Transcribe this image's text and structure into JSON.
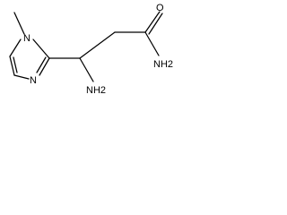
{
  "molecule": {
    "atoms": {
      "n_ring_methyl": "N",
      "n_ring_imine": "N",
      "carbonyl_oxygen": "O",
      "amide_nh2": "NH2",
      "amine_nh2": "NH2"
    },
    "bond_color": "#000000",
    "background": "#ffffff"
  }
}
